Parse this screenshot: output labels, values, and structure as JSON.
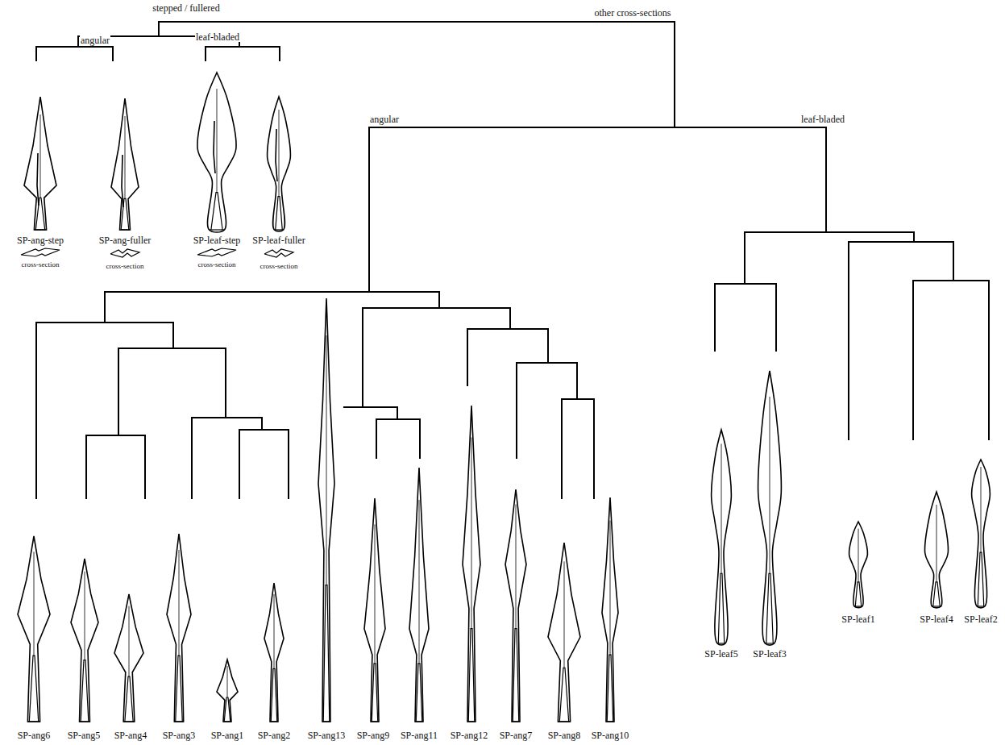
{
  "diagram": {
    "labels": [
      "stepped / fullered",
      "other cross-sections",
      "angular",
      "leaf-bladed",
      "SP-ang-step",
      "cross-section",
      "SP-ang-fuller",
      "cross-section",
      "SP-leaf-step",
      "cross-section",
      "SP-leaf-fuller",
      "cross-section",
      "angular",
      "leaf-bladed",
      "SP-leaf5",
      "SP-leaf3",
      "SP-leaf1",
      "SP-leaf4",
      "SP-leaf2",
      "SP-ang6",
      "SP-ang5",
      "SP-ang4",
      "SP-ang3",
      "SP-ang1",
      "SP-ang2",
      "SP-ang13",
      "SP-ang9",
      "SP-ang11",
      "SP-ang12",
      "SP-ang7",
      "SP-ang8",
      "SP-ang10"
    ]
  }
}
